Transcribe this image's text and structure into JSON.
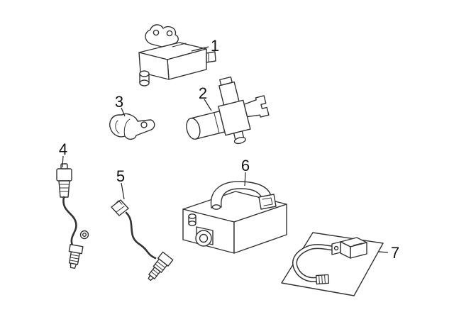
{
  "canvas": {
    "background": "#ffffff",
    "line_color": "#333333",
    "label_color": "#111111"
  },
  "diagram": {
    "type": "exploded-parts-line-diagram",
    "subject": "emission-system-components",
    "callouts": [
      {
        "number": "1"
      },
      {
        "number": "2"
      },
      {
        "number": "3"
      },
      {
        "number": "4"
      },
      {
        "number": "5"
      },
      {
        "number": "6"
      },
      {
        "number": "7"
      }
    ]
  }
}
